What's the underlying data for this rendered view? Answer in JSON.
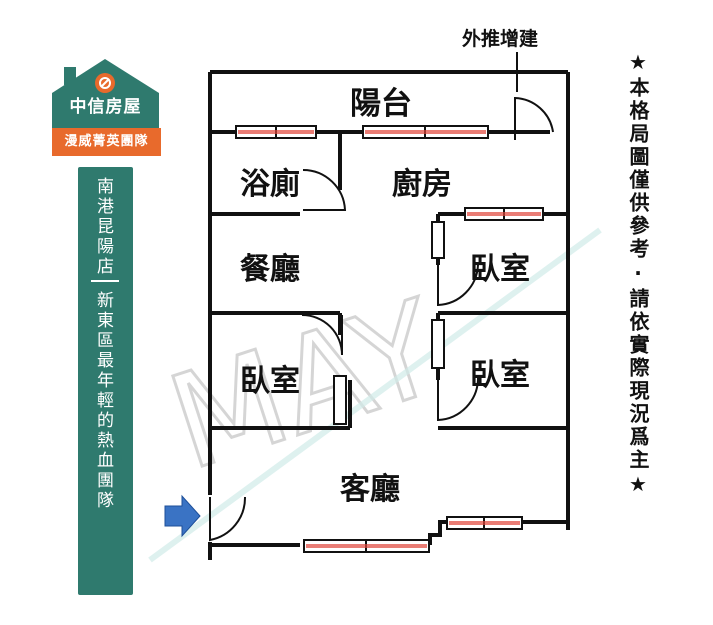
{
  "brand": {
    "company": "中信房屋",
    "team": "漫威菁英團隊",
    "store": "南港昆陽店",
    "slogan": "新東區最年輕的熱血團隊",
    "house_color": "#2f7a6e",
    "accent_color": "#e86a2c"
  },
  "disclaimer": "★本格局圖僅供參考·請依實際現況爲主★",
  "plan": {
    "extension_note": "外推增建",
    "rooms": {
      "balcony": "陽台",
      "bathroom": "浴廁",
      "kitchen": "廚房",
      "dining": "餐廳",
      "bedroom_left": "臥室",
      "bedroom_right_top": "臥室",
      "bedroom_right_bottom": "臥室",
      "living": "客廳"
    },
    "entry_arrow_color": "#3a73c4",
    "wall_color": "#111111",
    "window_color": "#e0453a"
  },
  "watermark": "MAY"
}
